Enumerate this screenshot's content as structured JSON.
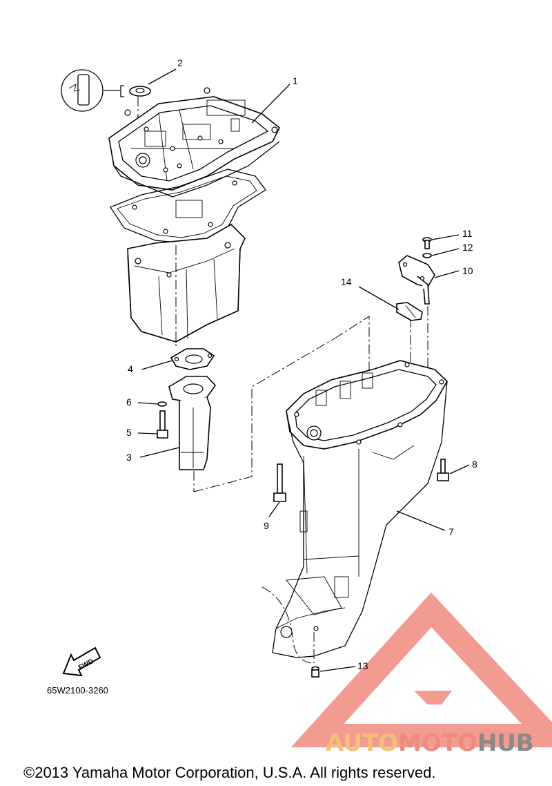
{
  "callouts": {
    "c1": "1",
    "c2": "2",
    "c3": "3",
    "c4": "4",
    "c5": "5",
    "c6": "6",
    "c7": "7",
    "c8": "8",
    "c9": "9",
    "c10": "10",
    "c11": "11",
    "c12": "12",
    "c13": "13",
    "c14": "14"
  },
  "diagram_code": "65W2100-3260",
  "fwd_label": "FWD",
  "watermark": {
    "part1": "AUTO",
    "part2": "MOTO",
    "part3": "HUB"
  },
  "copyright": "©2013 Yamaha Motor Corporation, U.S.A. All rights reserved.",
  "colors": {
    "watermark_triangle": "#f08a7e",
    "watermark_auto": "#f5c07a",
    "watermark_hub": "#8a8a8a"
  }
}
